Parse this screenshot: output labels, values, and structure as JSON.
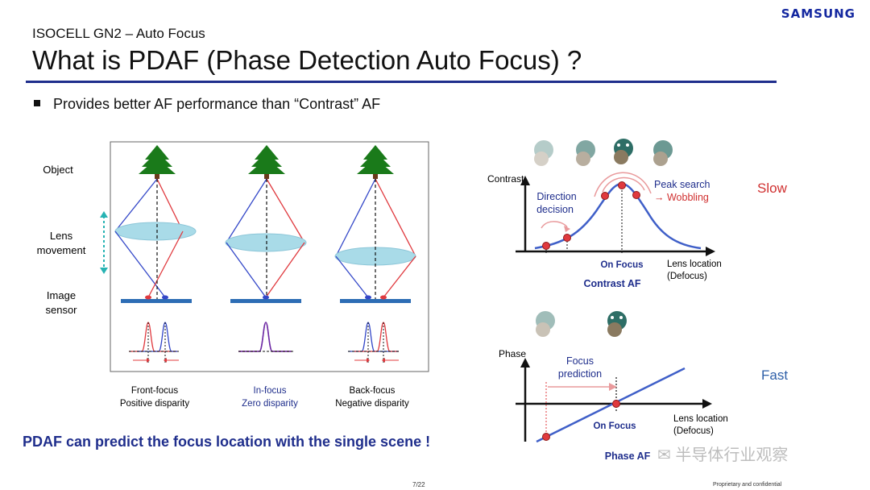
{
  "header": {
    "brand": "SAMSUNG",
    "subtitle": "ISOCELL GN2 – Auto Focus",
    "title": "What is PDAF (Phase Detection Auto Focus) ?"
  },
  "bullet": "Provides better AF performance than “Contrast” AF",
  "left_diagram": {
    "row_labels": {
      "object": "Object",
      "lens_line1": "Lens",
      "lens_line2": "movement",
      "sensor_line1": "Image",
      "sensor_line2": "sensor"
    },
    "columns": [
      {
        "line1": "Front-focus",
        "line2": "Positive disparity",
        "color": "#111111"
      },
      {
        "line1": "In-focus",
        "line2": "Zero disparity",
        "color": "#1f2e8c"
      },
      {
        "line1": "Back-focus",
        "line2": "Negative disparity",
        "color": "#111111"
      }
    ]
  },
  "contrast_af": {
    "y_label": "Contrast",
    "direction_line1": "Direction",
    "direction_line2": "decision",
    "peak_line1": "Peak search",
    "peak_line2": "→ Wobbling",
    "on_focus": "On Focus",
    "x_label_line1": "Lens location",
    "x_label_line2": "(Defocus)",
    "caption": "Contrast AF",
    "speed": "Slow"
  },
  "phase_af": {
    "y_label": "Phase",
    "prediction_line1": "Focus",
    "prediction_line2": "prediction",
    "on_focus": "On Focus",
    "x_label_line1": "Lens location",
    "x_label_line2": "(Defocus)",
    "caption": "Phase AF",
    "speed": "Fast"
  },
  "colors": {
    "blue": "#1f2e8c",
    "red": "#e0393e",
    "speed_slow": "#d03030",
    "speed_fast": "#2e5fa8",
    "curve": "#3f5fc8"
  },
  "footer": {
    "conclusion": "PDAF can predict the focus location with the single scene !",
    "page": "7/22",
    "confidential": "Proprietary and confidential",
    "watermark": "半导体行业观察"
  }
}
